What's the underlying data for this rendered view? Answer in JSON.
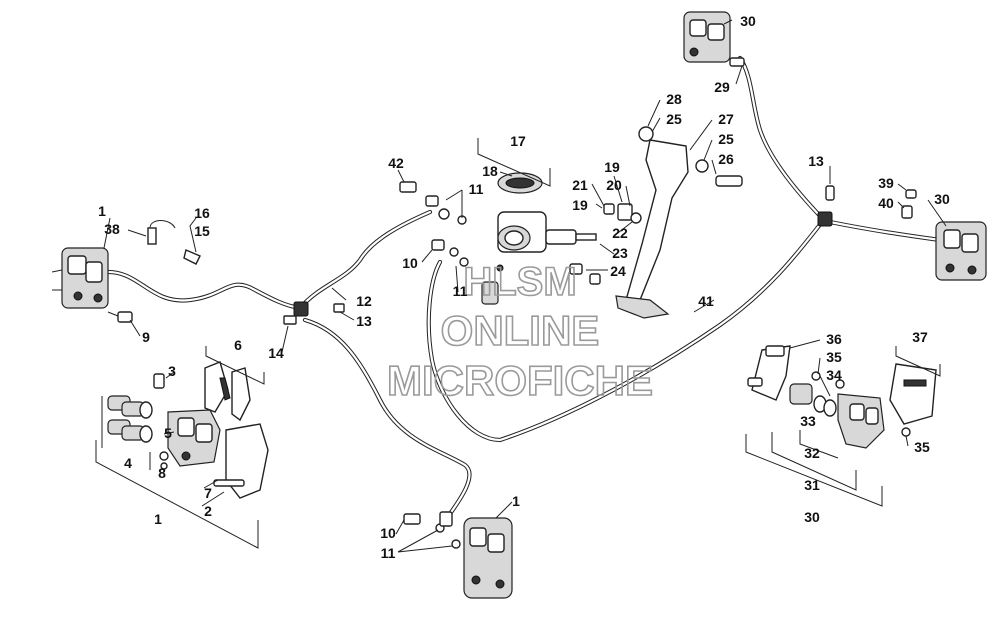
{
  "watermark": {
    "line1": "HLSM",
    "line2": "ONLINE",
    "line3": "MICROFICHE"
  },
  "callouts": [
    "1",
    "38",
    "16",
    "15",
    "9",
    "14",
    "12",
    "13",
    "6",
    "3",
    "5",
    "4",
    "8",
    "7",
    "2",
    "1",
    "42",
    "11",
    "18",
    "17",
    "10",
    "11",
    "21",
    "20",
    "19",
    "19",
    "22",
    "23",
    "24",
    "28",
    "25",
    "27",
    "25",
    "26",
    "41",
    "30",
    "29",
    "13",
    "39",
    "40",
    "30",
    "36",
    "35",
    "34",
    "37",
    "33",
    "32",
    "35",
    "31",
    "30",
    "10",
    "11",
    "1"
  ]
}
